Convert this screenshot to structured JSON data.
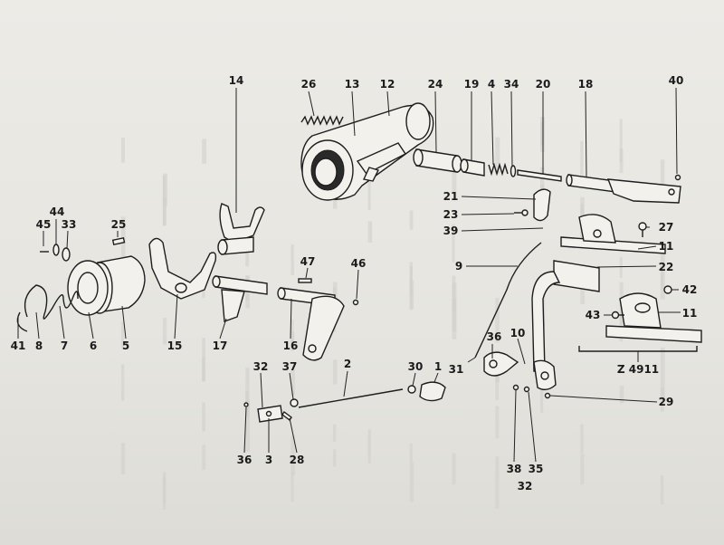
{
  "diagram": {
    "assembly_label": "Z 4911",
    "callouts": [
      "14",
      "26",
      "13",
      "12",
      "24",
      "19",
      "4",
      "34",
      "20",
      "18",
      "40",
      "21",
      "23",
      "39",
      "27",
      "11",
      "22",
      "9",
      "42",
      "43",
      "44",
      "45",
      "33",
      "25",
      "47",
      "46",
      "41",
      "8",
      "7",
      "6",
      "5",
      "15",
      "17",
      "16",
      "36",
      "10",
      "31",
      "30",
      "1",
      "2",
      "32",
      "37",
      "3",
      "28",
      "38",
      "35",
      "29"
    ]
  }
}
